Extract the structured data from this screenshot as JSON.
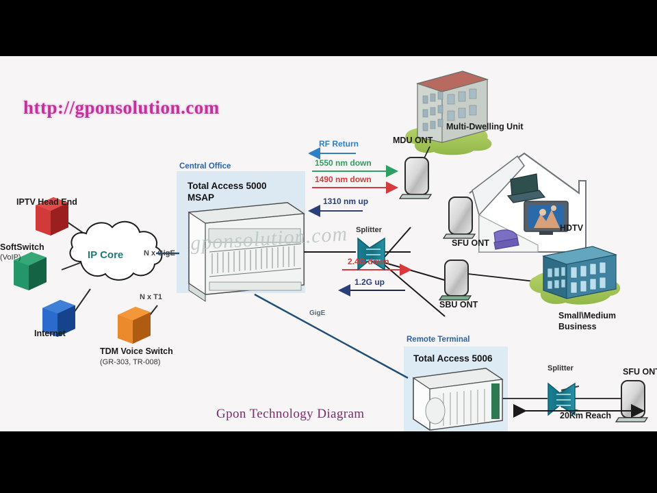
{
  "page": {
    "background": "#f7f5f5",
    "letterbox_color": "#000000"
  },
  "watermarks": {
    "url_top": "http://gponsolution.com",
    "url_center": "gponsolution.com",
    "title": "Gpon Technology Diagram"
  },
  "colors": {
    "rf_return": "#2f7fc4",
    "down_1550": "#2e9e62",
    "down_1490": "#d63a3a",
    "up_1310": "#2a3f7a",
    "down_24g": "#d63a3a",
    "up_12g": "#1f2a44",
    "panel_tint": "#dde9f2",
    "splitter": "#1b7f96",
    "brand_magenta": "#c3319b",
    "title_purple": "#7d2b6b"
  },
  "left_nodes": [
    {
      "id": "iptv",
      "label": "IPTV Head End",
      "sublabel": "",
      "color": "#cc2a30"
    },
    {
      "id": "softswitch",
      "label": "SoftSwitch",
      "sublabel": "(VoIP)",
      "color": "#1f8a5e"
    },
    {
      "id": "internet",
      "label": "Internet",
      "sublabel": "",
      "color": "#1f5fc0"
    },
    {
      "id": "tdm",
      "label": "TDM Voice Switch",
      "sublabel": "(GR-303, TR-008)",
      "color": "#e07820"
    }
  ],
  "cloud": {
    "label": "IP Core"
  },
  "central_office": {
    "panel_label": "Central Office",
    "device_line1": "Total Access 5000",
    "device_line2": "MSAP"
  },
  "remote_terminal": {
    "panel_label": "Remote Terminal",
    "device_line1": "Total Access 5006"
  },
  "trunk_links": [
    {
      "label": "N x GigE"
    },
    {
      "label": "N x T1"
    },
    {
      "label": "GigE"
    }
  ],
  "optical_arrows": [
    {
      "label": "RF Return",
      "direction": "left",
      "color": "#2f7fc4"
    },
    {
      "label": "1550 nm down",
      "direction": "right",
      "color": "#2e9e62"
    },
    {
      "label": "1490 nm down",
      "direction": "right",
      "color": "#d63a3a"
    },
    {
      "label": "1310 nm up",
      "direction": "left",
      "color": "#2a3f7a"
    }
  ],
  "rate_arrows": [
    {
      "label": "2.4G down",
      "direction": "right",
      "color": "#d63a3a"
    },
    {
      "label": "1.2G up",
      "direction": "left",
      "color": "#1f2a44"
    }
  ],
  "splitters": [
    {
      "id": "splitter-center",
      "label": "Splitter"
    },
    {
      "id": "splitter-bottom",
      "label": "Splitter"
    }
  ],
  "onts": [
    {
      "id": "mdu",
      "label": "MDU ONT"
    },
    {
      "id": "sfu",
      "label": "SFU ONT"
    },
    {
      "id": "sbu",
      "label": "SBU ONT"
    },
    {
      "id": "sfu-bottom",
      "label": "SFU ONT"
    }
  ],
  "premises": [
    {
      "id": "mdu-building",
      "label": "Multi-Dwelling Unit",
      "sublabel": ""
    },
    {
      "id": "house",
      "label": "HDTV",
      "sublabel": ""
    },
    {
      "id": "smb",
      "label": "Small\\Medium",
      "sublabel": "Business"
    }
  ],
  "reach": {
    "label": "20Km Reach"
  }
}
